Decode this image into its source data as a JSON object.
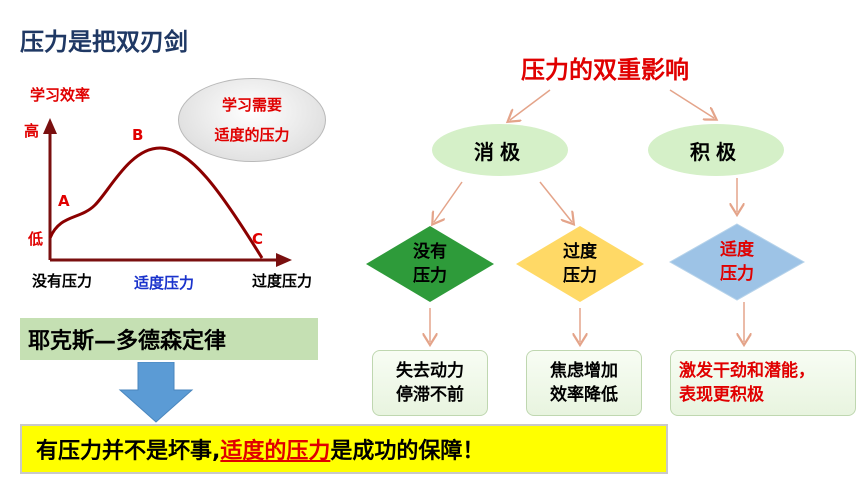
{
  "title": "压力是把双刃剑",
  "curve": {
    "y_axis_label": "学习效率",
    "y_high": "高",
    "y_low": "低",
    "point_a": "A",
    "point_b": "B",
    "point_c": "C",
    "x_left": "没有压力",
    "x_mid": "适度压力",
    "x_right": "过度压力",
    "colors": {
      "curve": "#8b0000",
      "axis": "#7a0f0f",
      "label_red": "#e00000",
      "label_blue": "#1a33cc"
    }
  },
  "need_bubble": {
    "line1": "学习需要",
    "line2": "适度的压力"
  },
  "law": "耶克斯—多德森定律",
  "banner": {
    "part1": "有压力并不是坏事,",
    "highlight": "适度的压力",
    "part2": "是成功的保障！"
  },
  "flow": {
    "title": "压力的双重影响",
    "negative": "消极",
    "positive": "积极",
    "no_pressure": {
      "line1": "没有",
      "line2": "压力"
    },
    "over_pressure": {
      "line1": "过度",
      "line2": "压力"
    },
    "moderate_pressure": {
      "line1": "适度",
      "line2": "压力"
    },
    "result_no": {
      "line1": "失去动力",
      "line2": "停滞不前"
    },
    "result_over": {
      "line1": "焦虑增加",
      "line2": "效率降低"
    },
    "result_moderate": {
      "line1": "激发干劲和潜能，",
      "line2": "表现更积极"
    },
    "colors": {
      "diamond_green": "#2e9b3a",
      "diamond_yellow": "#ffd966",
      "diamond_blue": "#9dc3e6",
      "arrow": "#e4a48a"
    }
  }
}
